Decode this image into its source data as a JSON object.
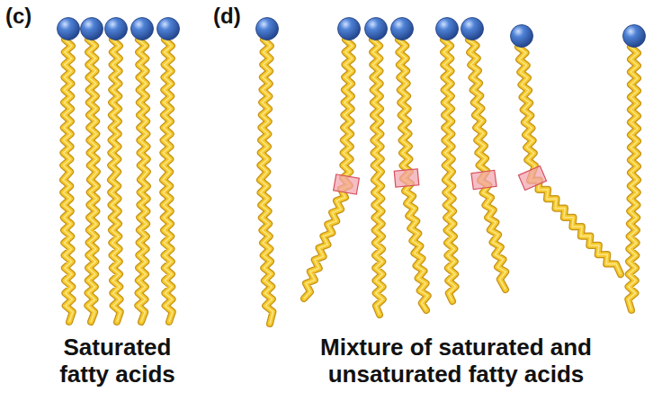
{
  "diagram": {
    "labels": [
      "(c)",
      "(d)",
      "Saturated fatty acids",
      "Mixture of saturated and unsaturated fatty acids"
    ]
  }
}
